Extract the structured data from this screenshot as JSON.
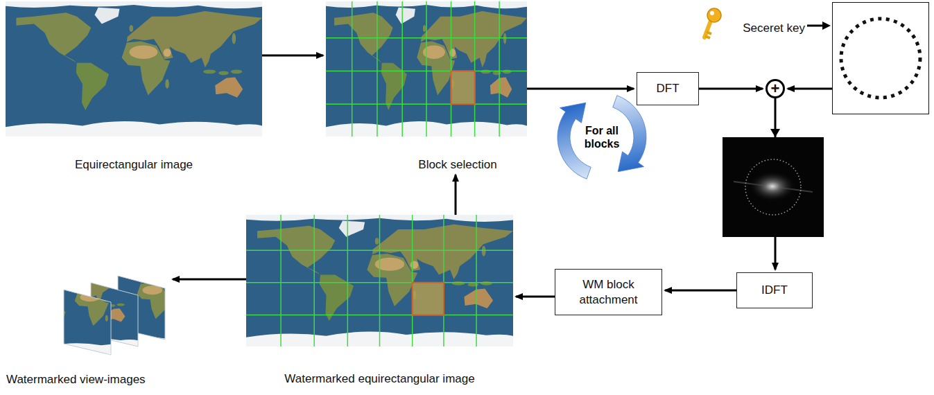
{
  "diagram": {
    "nodes": [
      {
        "text": [
          "Equirectangular image"
        ]
      },
      {
        "text": [
          "Block selection"
        ]
      },
      {
        "text": [
          "DFT"
        ]
      },
      {
        "text": [
          "+"
        ]
      },
      {
        "text": [
          "Seceret key"
        ]
      },
      {
        "text": [
          "For all blocks"
        ]
      },
      {
        "text": [
          "IDFT"
        ]
      },
      {
        "text": [
          "WM block attachment"
        ]
      },
      {
        "text": [
          "Watermarked equirectangular image"
        ]
      },
      {
        "text": [
          "Watermarked view-images"
        ]
      }
    ],
    "edges": [
      {
        "from": 0,
        "to": 1,
        "arrow": "to"
      },
      {
        "from": 1,
        "to": 2,
        "arrow": "to"
      },
      {
        "from": 2,
        "to": 3,
        "arrow": "to"
      },
      {
        "from": 4,
        "to": 3,
        "arrow": "to"
      },
      {
        "from": 3,
        "to": 6,
        "arrow": "to"
      },
      {
        "from": 6,
        "to": 7,
        "arrow": "to"
      },
      {
        "from": 7,
        "to": 8,
        "arrow": "to"
      },
      {
        "from": 8,
        "to": 1,
        "arrow": "to"
      },
      {
        "from": 8,
        "to": 9,
        "arrow": "to"
      }
    ]
  }
}
